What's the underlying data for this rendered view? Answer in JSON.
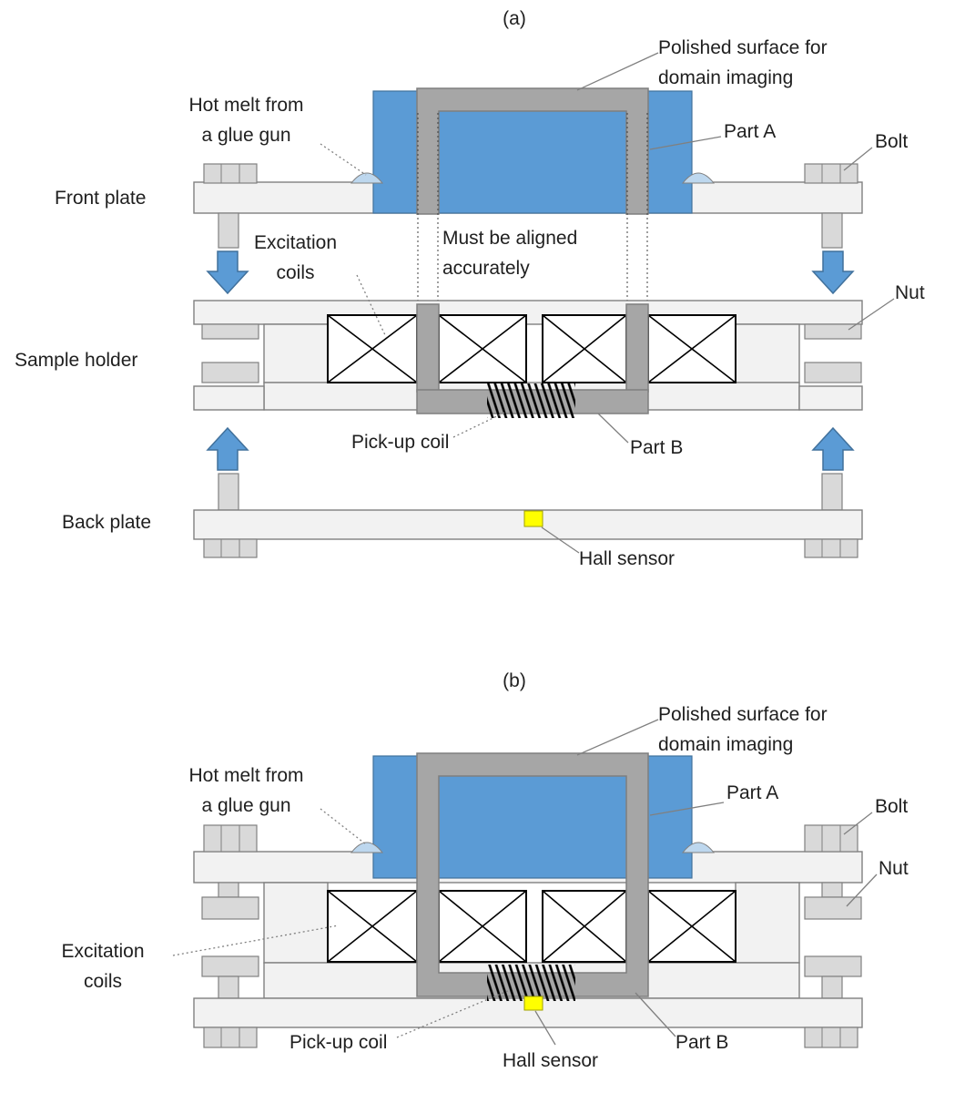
{
  "colors": {
    "bg": "#ffffff",
    "text": "#1f1f1f",
    "plate": "#f2f2f2",
    "hardware": "#d9d9d9",
    "outline": "#808080",
    "sample_blue": "#5b9bd5",
    "sample_blue_border": "#41719c",
    "frame_gray": "#a6a6a6",
    "frame_border": "#7f7f7f",
    "arrow_blue": "#5b9bd5",
    "glue_blue": "#bdd7ee",
    "hall_yellow": "#ffff00",
    "coil_black": "#000000",
    "leader_gray": "#808080"
  },
  "panel_a": {
    "title": "(a)",
    "labels": {
      "polished_surface": "Polished surface for\ndomain imaging",
      "hot_melt": "Hot melt from\na glue gun",
      "part_a": "Part A",
      "bolt": "Bolt",
      "front_plate": "Front plate",
      "excitation_coils": "Excitation\ncoils",
      "alignment_note": "Must be aligned\naccurately",
      "nut": "Nut",
      "sample_holder": "Sample holder",
      "pickup_coil": "Pick-up coil",
      "part_b": "Part B",
      "back_plate": "Back plate",
      "hall_sensor": "Hall sensor"
    }
  },
  "panel_b": {
    "title": "(b)",
    "labels": {
      "polished_surface": "Polished surface for\ndomain imaging",
      "hot_melt": "Hot melt from\na glue gun",
      "part_a": "Part A",
      "bolt": "Bolt",
      "nut": "Nut",
      "excitation_coils": "Excitation\ncoils",
      "pickup_coil": "Pick-up coil",
      "hall_sensor": "Hall sensor",
      "part_b": "Part B"
    }
  }
}
